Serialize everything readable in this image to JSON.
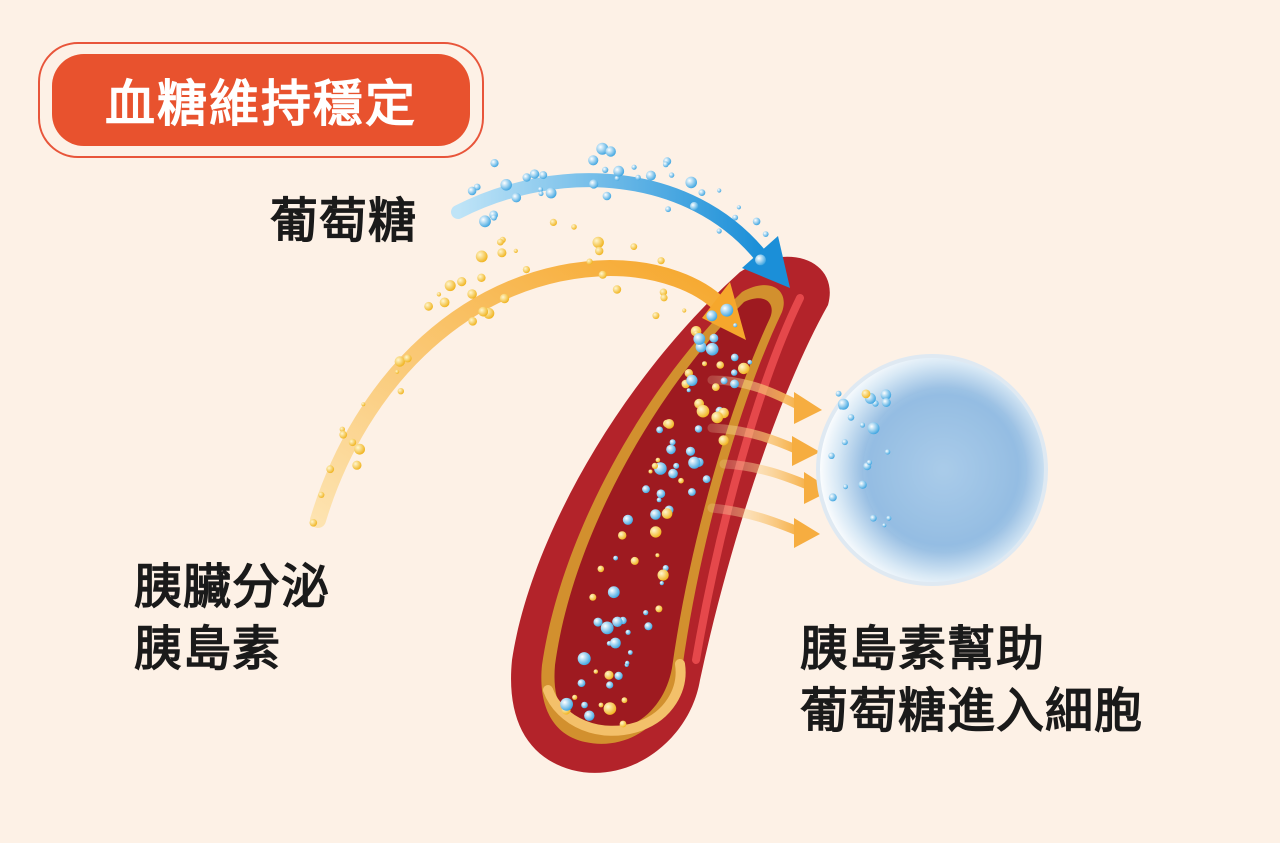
{
  "title": "血糖維持穩定",
  "labels": {
    "glucose": "葡萄糖",
    "pancreas_line1": "胰臟分泌",
    "pancreas_line2": "胰島素",
    "help_line1": "胰島素幫助",
    "help_line2": "葡萄糖進入細胞"
  },
  "colors": {
    "accent": "#e8522e",
    "background": "#fdf1e6",
    "glucose_blue": "#2a9ee0",
    "insulin_orange": "#f5b23c",
    "vessel_red": "#a31d22"
  }
}
